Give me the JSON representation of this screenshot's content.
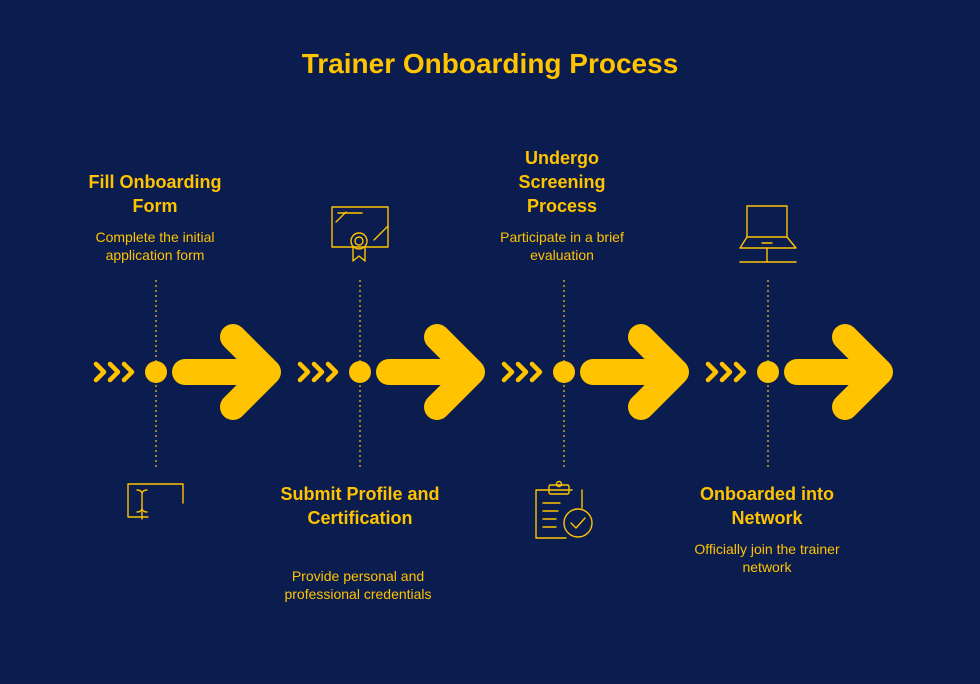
{
  "title": "Trainer Onboarding Process",
  "accent_color": "#FFC300",
  "background_color": "#0B1C4E",
  "steps": [
    {
      "heading": "Fill Onboarding Form",
      "description": "Complete the initial application form",
      "icon": "form-cursor-icon",
      "text_position": "top"
    },
    {
      "heading": "Submit Profile and Certification",
      "description": "Provide personal and professional credentials",
      "icon": "certificate-icon",
      "text_position": "bottom"
    },
    {
      "heading": "Undergo Screening Process",
      "description": "Participate in a brief evaluation",
      "icon": "clipboard-check-icon",
      "text_position": "top"
    },
    {
      "heading": "Onboarded into Network",
      "description": "Officially join the trainer network",
      "icon": "laptop-icon",
      "text_position": "bottom"
    }
  ]
}
